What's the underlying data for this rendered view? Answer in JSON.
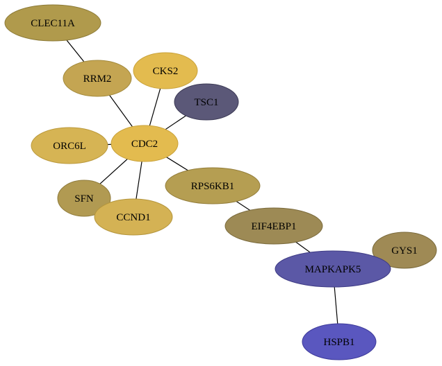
{
  "graph": {
    "nodes": [
      {
        "id": "CLEC11A",
        "label": "CLEC11A",
        "fill": "#b09a4c",
        "stroke": "#8c7a37"
      },
      {
        "id": "RRM2",
        "label": "RRM2",
        "fill": "#c4a552",
        "stroke": "#a38a3c"
      },
      {
        "id": "CKS2",
        "label": "CKS2",
        "fill": "#e3bb4f",
        "stroke": "#c9a23a"
      },
      {
        "id": "TSC1",
        "label": "TSC1",
        "fill": "#5b5878",
        "stroke": "#3c3a55"
      },
      {
        "id": "CDC2",
        "label": "CDC2",
        "fill": "#e3bb4f",
        "stroke": "#c9a23a"
      },
      {
        "id": "ORC6L",
        "label": "ORC6L",
        "fill": "#d6b454",
        "stroke": "#bb993c"
      },
      {
        "id": "RPS6KB1",
        "label": "RPS6KB1",
        "fill": "#b59e52",
        "stroke": "#937d3a"
      },
      {
        "id": "SFN",
        "label": "SFN",
        "fill": "#b19a52",
        "stroke": "#8e7a3b"
      },
      {
        "id": "CCND1",
        "label": "CCND1",
        "fill": "#d4b254",
        "stroke": "#b4953c"
      },
      {
        "id": "EIF4EBP1",
        "label": "EIF4EBP1",
        "fill": "#9d8a55",
        "stroke": "#7a6a3c"
      },
      {
        "id": "GYS1",
        "label": "GYS1",
        "fill": "#9f8a55",
        "stroke": "#7a6a3c"
      },
      {
        "id": "MAPKAPK5",
        "label": "MAPKAPK5",
        "fill": "#5b58a6",
        "stroke": "#3f3c85"
      },
      {
        "id": "HSPB1",
        "label": "HSPB1",
        "fill": "#5a57bf",
        "stroke": "#3d3a9a"
      }
    ],
    "edges": [
      {
        "source": "CLEC11A",
        "target": "RRM2"
      },
      {
        "source": "RRM2",
        "target": "CDC2"
      },
      {
        "source": "CKS2",
        "target": "CDC2"
      },
      {
        "source": "TSC1",
        "target": "CDC2"
      },
      {
        "source": "ORC6L",
        "target": "CDC2"
      },
      {
        "source": "CDC2",
        "target": "SFN"
      },
      {
        "source": "CDC2",
        "target": "CCND1"
      },
      {
        "source": "CDC2",
        "target": "RPS6KB1"
      },
      {
        "source": "RPS6KB1",
        "target": "EIF4EBP1"
      },
      {
        "source": "EIF4EBP1",
        "target": "MAPKAPK5"
      },
      {
        "source": "MAPKAPK5",
        "target": "HSPB1"
      }
    ]
  }
}
